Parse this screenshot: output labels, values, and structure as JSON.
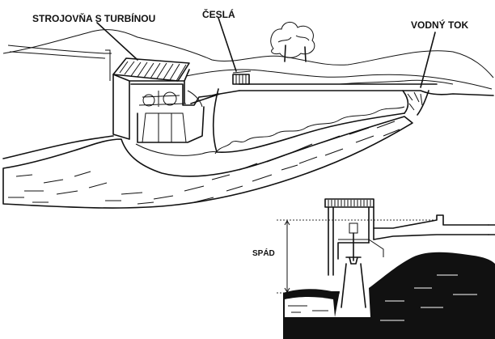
{
  "labels": {
    "machine_room": "STROJOVŇA S TURBÍNOU",
    "trash_rack": "ČESLÁ",
    "water_course": "VODNÝ TOK",
    "head": "SPÁD"
  }
}
